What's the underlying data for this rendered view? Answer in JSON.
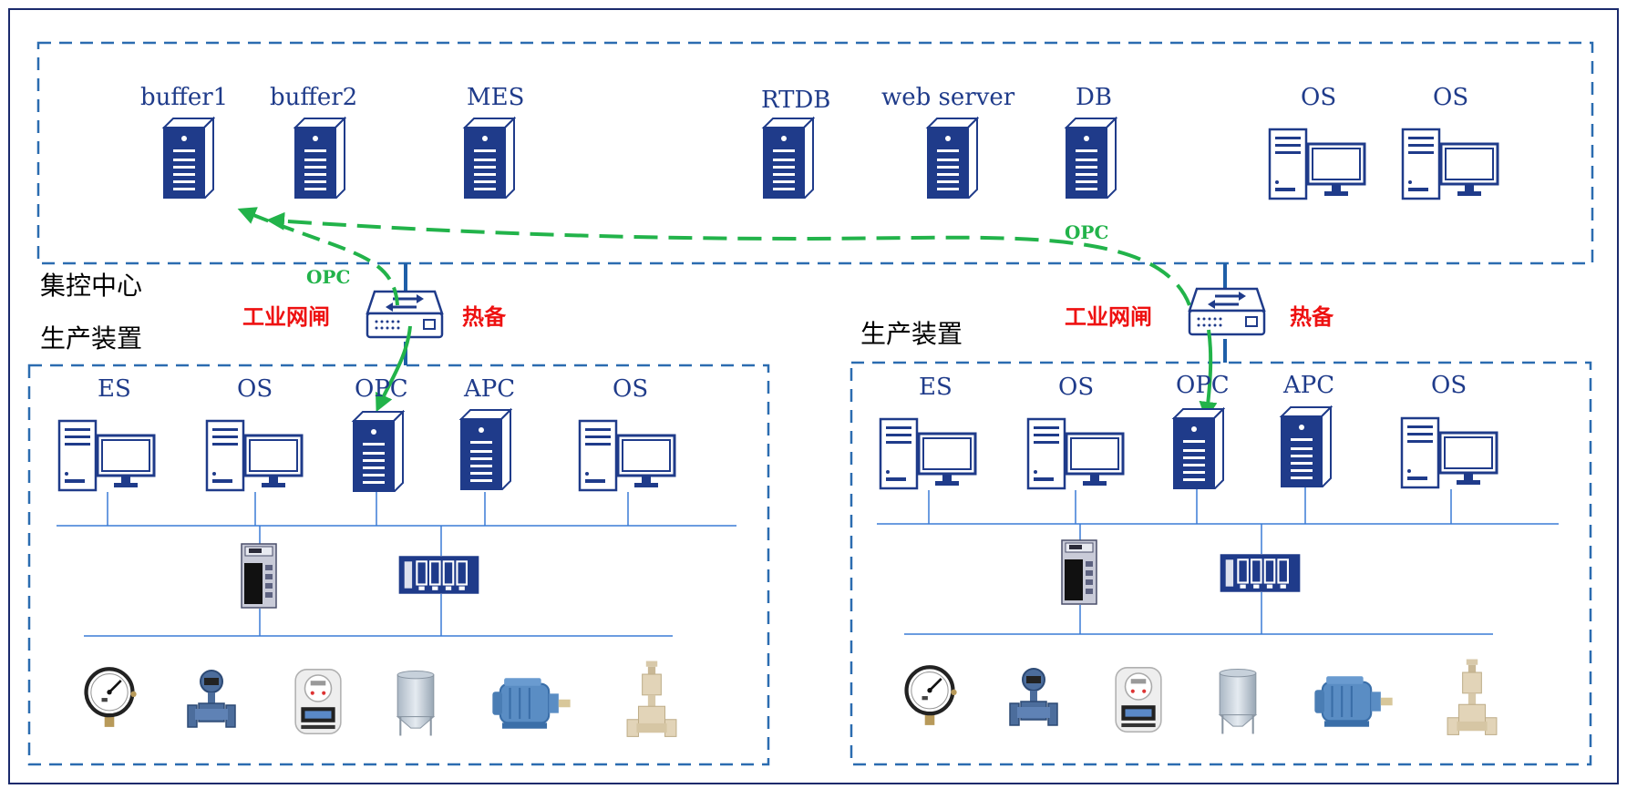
{
  "control_center": {
    "label": "集控中心",
    "devices": [
      "buffer1",
      "buffer2",
      "MES",
      "RTDB",
      "web server",
      "DB",
      "OS",
      "OS"
    ]
  },
  "left_unit": {
    "label": "生产装置",
    "devices": [
      "ES",
      "OS",
      "OPC",
      "APC",
      "OS"
    ]
  },
  "right_unit": {
    "label": "生产装置",
    "devices": [
      "ES",
      "OS",
      "OPC",
      "APC",
      "OS"
    ]
  },
  "gateway_label": "工业网闸",
  "hot_standby_label": "热备",
  "link_label": "OPC",
  "colors": {
    "dash_border": "#2b6cb0",
    "line": "#3a7bd5",
    "server": "#1f3b8a",
    "opc_arrow": "#22b34a",
    "red_text": "#ee1111"
  },
  "icons": [
    "server-icon",
    "workstation-icon",
    "router-icon",
    "controller-icon",
    "io-rack-icon",
    "pressure-gauge-icon",
    "flowmeter-icon",
    "meter-icon",
    "tank-icon",
    "motor-icon",
    "valve-icon"
  ]
}
